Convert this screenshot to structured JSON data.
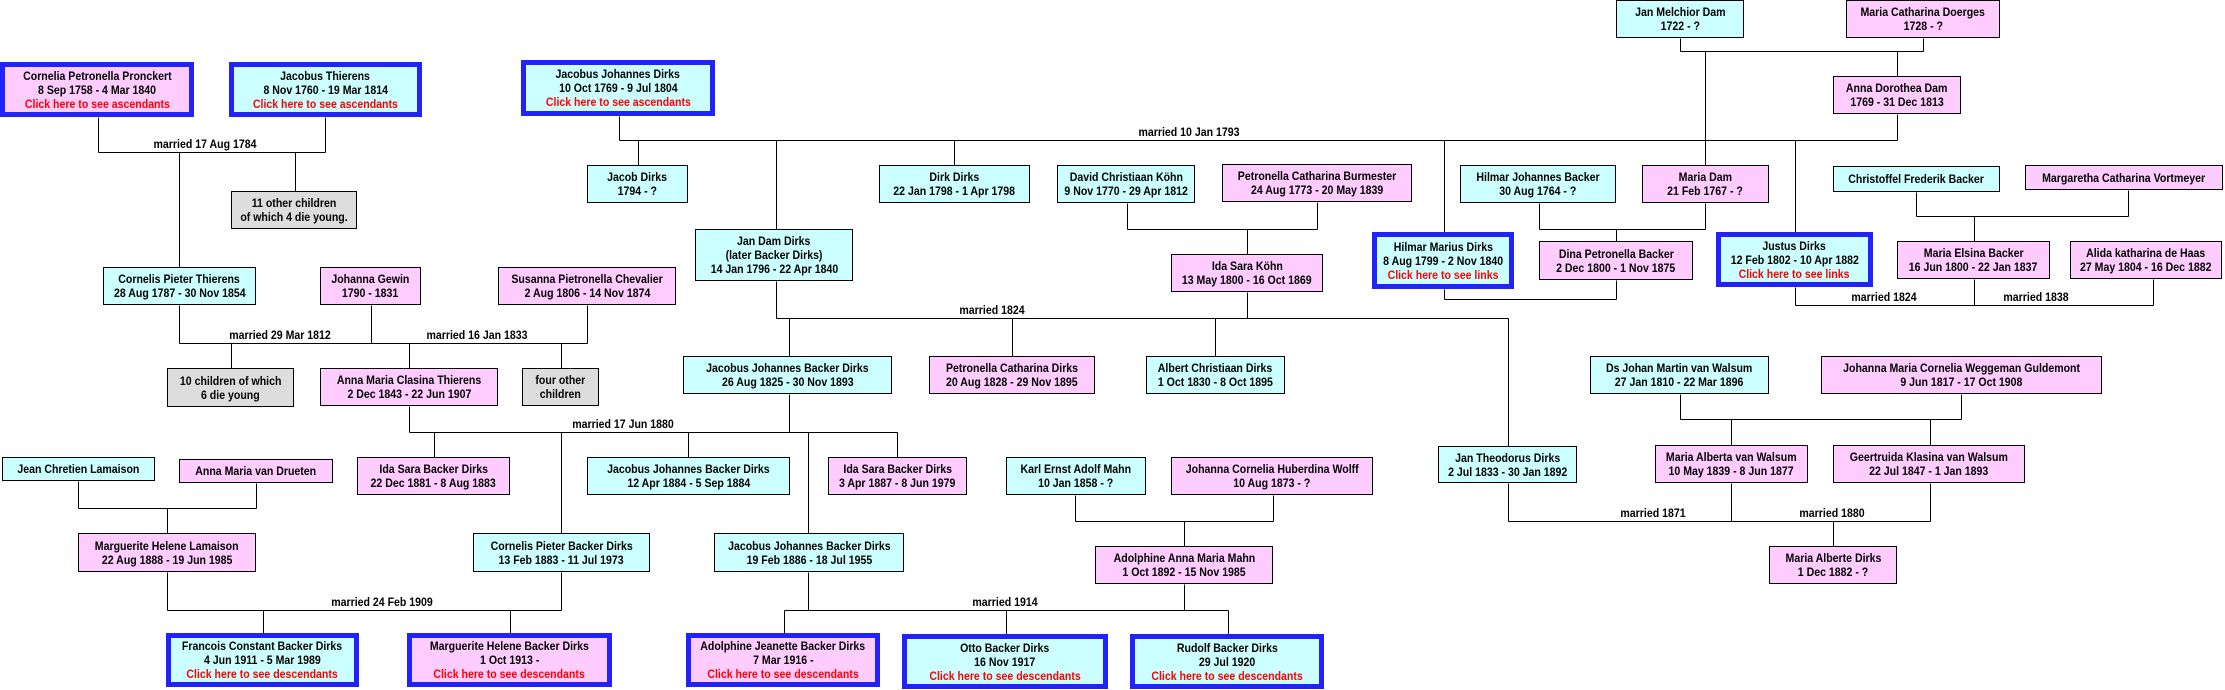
{
  "colors": {
    "male": "#ccffff",
    "female": "#ffccff",
    "group": "#dddddd",
    "highlight_border": "#2222ff",
    "link": "#ff0000"
  },
  "people": [
    {
      "lines": [
        "Cornelia Petronella Pronckert",
        "8 Sep 1758 - 4 Mar 1840"
      ],
      "link": "Click here to see ascendants"
    },
    {
      "lines": [
        "Jacobus Thierens",
        "8 Nov 1760 - 19 Mar 1814"
      ],
      "link": "Click here to see ascendants"
    },
    {
      "lines": [
        "Jacobus Johannes Dirks",
        "10 Oct 1769 - 9 Jul 1804"
      ],
      "link": "Click here to see ascendants"
    },
    {
      "lines": [
        "Jacob Dirks",
        "1794 - ?"
      ]
    },
    {
      "lines": [
        "Dirk Dirks",
        "22 Jan 1798 - 1 Apr 1798"
      ]
    },
    {
      "lines": [
        "David Christiaan Köhn",
        "9 Nov 1770 - 29 Apr 1812"
      ]
    },
    {
      "lines": [
        "Petronella Catharina Burmester",
        "24 Aug 1773 - 20 May 1839"
      ]
    },
    {
      "lines": [
        "Hilmar Johannes Backer",
        "30 Aug 1764 - ?"
      ]
    },
    {
      "lines": [
        "Maria Dam",
        "21 Feb 1767 - ?"
      ]
    },
    {
      "lines": [
        "Jan Melchior Dam",
        "1722 - ?"
      ]
    },
    {
      "lines": [
        "Maria Catharina Doerges",
        "1728 - ?"
      ]
    },
    {
      "lines": [
        "Anna Dorothea Dam",
        "1769 - 31 Dec 1813"
      ]
    },
    {
      "lines": [
        "Christoffel Frederik Backer"
      ]
    },
    {
      "lines": [
        "Margaretha Catharina Vortmeyer"
      ]
    },
    {
      "lines": [
        "Jan Dam Dirks",
        "(later Backer Dirks)",
        "14 Jan 1796 - 22 Apr 1840"
      ]
    },
    {
      "lines": [
        "Ida Sara Köhn",
        "13 May 1800 - 16 Oct 1869"
      ]
    },
    {
      "lines": [
        "Hilmar Marius Dirks",
        "8 Aug 1799 - 2 Nov 1840"
      ],
      "link": "Click here to see links"
    },
    {
      "lines": [
        "Dina Petronella Backer",
        "2 Dec 1800 - 1 Nov 1875"
      ]
    },
    {
      "lines": [
        "Justus Dirks",
        "12 Feb 1802 - 10 Apr 1882"
      ],
      "link": "Click here to see links"
    },
    {
      "lines": [
        "Maria Elsina Backer",
        "16 Jun 1800 - 22 Jan 1837"
      ]
    },
    {
      "lines": [
        "Alida katharina de Haas",
        "27 May 1804 - 16 Dec 1882"
      ]
    },
    {
      "lines": [
        "Cornelis Pieter Thierens",
        "28 Aug 1787 - 30 Nov 1854"
      ]
    },
    {
      "lines": [
        "Johanna Gewin",
        "1790 - 1831"
      ]
    },
    {
      "lines": [
        "Susanna Pietronella Chevalier",
        "2 Aug 1806 - 14 Nov 1874"
      ]
    },
    {
      "lines": [
        "Jacobus Johannes Backer Dirks",
        "26 Aug 1825 - 30 Nov 1893"
      ]
    },
    {
      "lines": [
        "Petronella Catharina Dirks",
        "20 Aug 1828 - 29 Nov 1895"
      ]
    },
    {
      "lines": [
        "Albert Christiaan Dirks",
        "1 Oct 1830 - 8 Oct 1895"
      ]
    },
    {
      "lines": [
        "Ds Johan Martin van Walsum",
        "27 Jan 1810 - 22 Mar 1896"
      ]
    },
    {
      "lines": [
        "Johanna Maria Cornelia  Weggeman Guldemont",
        "9 Jun 1817 - 17 Oct 1908"
      ]
    },
    {
      "lines": [
        "Anna Maria Clasina Thierens",
        "2 Dec 1843 - 22 Jun 1907"
      ]
    },
    {
      "lines": [
        "Jan Theodorus Dirks",
        "2 Jul 1833 - 30 Jan 1892"
      ]
    },
    {
      "lines": [
        "Maria Alberta van Walsum",
        "10 May 1839 - 8 Jun 1877"
      ]
    },
    {
      "lines": [
        "Geertruida Klasina van Walsum",
        "22 Jul 1847 - 1 Jan 1893"
      ]
    },
    {
      "lines": [
        "Jean Chretien Lamaison"
      ]
    },
    {
      "lines": [
        "Anna Maria van Drueten"
      ]
    },
    {
      "lines": [
        "Ida Sara Backer Dirks",
        "22 Dec 1881 - 8 Aug 1883"
      ]
    },
    {
      "lines": [
        "Jacobus Johannes Backer Dirks",
        "12 Apr 1884 - 5 Sep 1884"
      ]
    },
    {
      "lines": [
        "Ida Sara Backer Dirks",
        "3 Apr 1887 - 8 Jun 1979"
      ]
    },
    {
      "lines": [
        "Karl Ernst Adolf Mahn",
        "10 Jan 1858 - ?"
      ]
    },
    {
      "lines": [
        "Johanna Cornelia  Huberdina Wolff",
        "10 Aug 1873 - ?"
      ]
    },
    {
      "lines": [
        "Marguerite Helene Lamaison",
        "22 Aug 1888 - 19 Jun 1985"
      ]
    },
    {
      "lines": [
        "Cornelis Pieter Backer Dirks",
        "13 Feb 1883 - 11 Jul 1973"
      ]
    },
    {
      "lines": [
        "Jacobus Johannes Backer Dirks",
        "19 Feb 1886 - 18 Jul 1955"
      ]
    },
    {
      "lines": [
        "Adolphine Anna Maria Mahn",
        "1 Oct 1892 - 15 Nov 1985"
      ]
    },
    {
      "lines": [
        "Maria Alberte Dirks",
        "1 Dec 1882 - ?"
      ]
    },
    {
      "lines": [
        "Francois Constant Backer Dirks",
        "4 Jun 1911 - 5 Mar 1989"
      ],
      "link": "Click here to see descendants"
    },
    {
      "lines": [
        "Marguerite Helene Backer Dirks",
        "1 Oct 1913 -"
      ],
      "link": "Click here to see descendants"
    },
    {
      "lines": [
        "Adolphine Jeanette Backer Dirks",
        "7 Mar 1916 -"
      ],
      "link": "Click here to see descendants"
    },
    {
      "lines": [
        "Otto Backer Dirks",
        "16 Nov 1917"
      ],
      "link": "Click here to see descendants"
    },
    {
      "lines": [
        "Rudolf Backer Dirks",
        "29 Jul 1920"
      ],
      "link": "Click here to see descendants"
    }
  ],
  "groups": [
    {
      "lines": [
        "11 other children",
        "of which 4 die young."
      ]
    },
    {
      "lines": [
        "10 children of which",
        "6 die young"
      ]
    },
    {
      "lines": [
        "four other",
        "children"
      ]
    }
  ],
  "marriages": [
    "married 17 Aug 1784",
    "married 10 Jan 1793",
    "married 29 Mar 1812",
    "married 16 Jan 1833",
    "married 1824",
    "married 1824",
    "married 1838",
    "married 17 Jun 1880",
    "married 24 Feb 1909",
    "married 1914",
    "married 1871",
    "married 1880"
  ]
}
